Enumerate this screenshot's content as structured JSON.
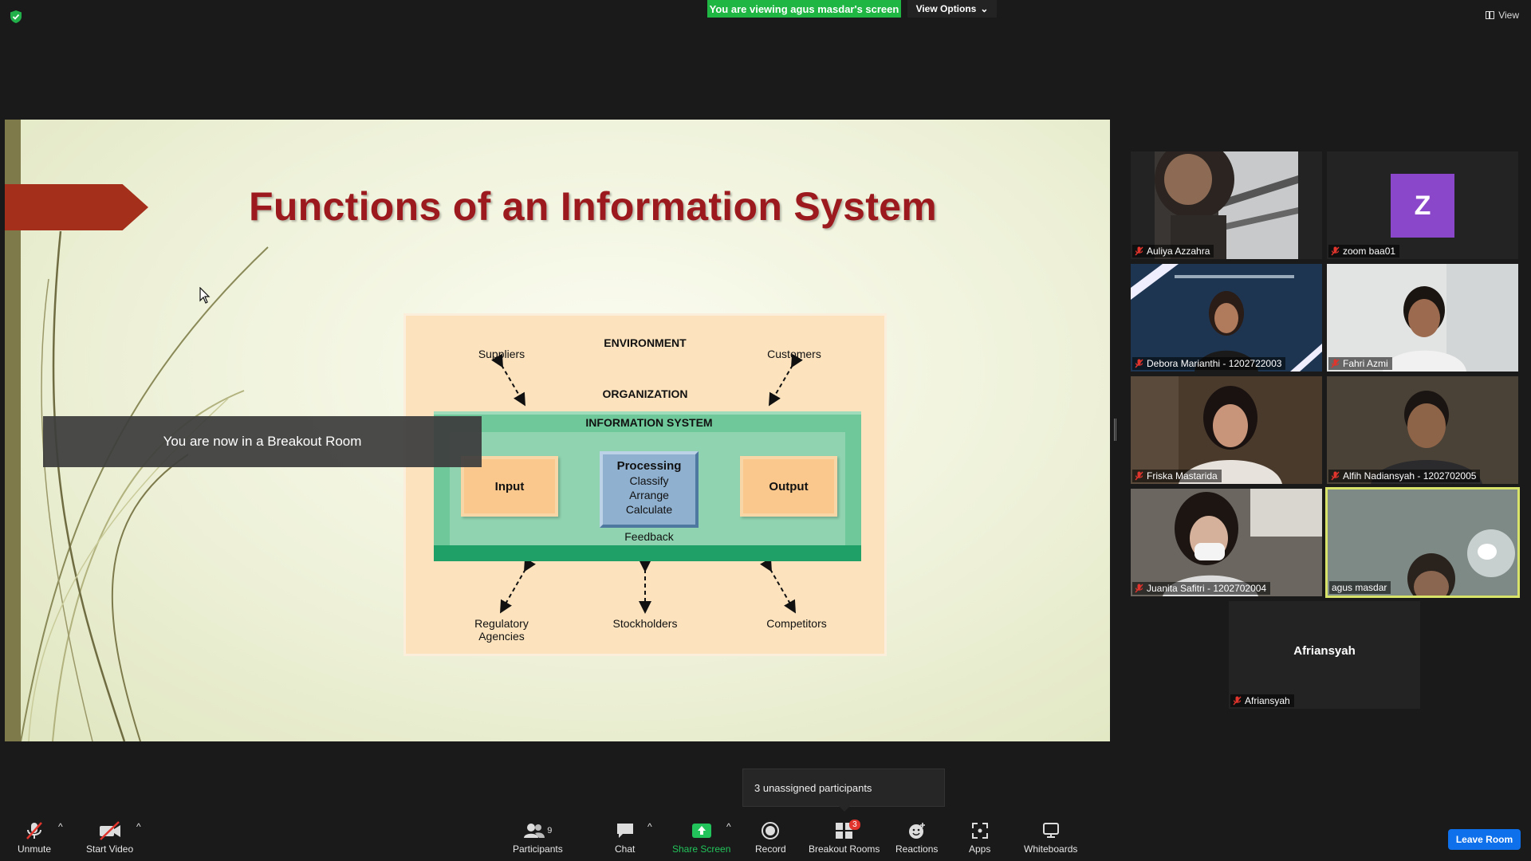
{
  "top": {
    "viewing_banner": "You are viewing agus masdar's screen",
    "view_options": "View Options",
    "view_button": "View"
  },
  "slide": {
    "title": "Functions of an Information System",
    "diagram": {
      "environment": "ENVIRONMENT",
      "organization": "ORGANIZATION",
      "information_system": "INFORMATION SYSTEM",
      "suppliers": "Suppliers",
      "customers": "Customers",
      "regulatory": "Regulatory Agencies",
      "stockholders": "Stockholders",
      "competitors": "Competitors",
      "input": "Input",
      "output": "Output",
      "processing": "Processing",
      "classify": "Classify",
      "arrange": "Arrange",
      "calculate": "Calculate",
      "feedback": "Feedback"
    }
  },
  "toast": "You are now in a Breakout Room",
  "participants": [
    {
      "name": "Auliya Azzahra",
      "muted": true
    },
    {
      "name": "zoom baa01",
      "muted": true,
      "avatar_letter": "Z",
      "avatar_color": "#8a47c9"
    },
    {
      "name": "Debora Marianthi - 1202722003",
      "muted": true
    },
    {
      "name": "Fahri Azmi",
      "muted": true
    },
    {
      "name": "Friska Mastarida",
      "muted": true
    },
    {
      "name": "Alfih Nadiansyah - 1202702005",
      "muted": true
    },
    {
      "name": "Juanita Safitri - 1202702004",
      "muted": true
    },
    {
      "name": "agus masdar",
      "muted": false,
      "active_speaker": true
    },
    {
      "name": "Afriansyah",
      "muted": true,
      "big_name": "Afriansyah"
    }
  ],
  "unassigned_popup": "3 unassigned participants",
  "toolbar": {
    "unmute": "Unmute",
    "start_video": "Start Video",
    "participants": "Participants",
    "participants_count": "9",
    "chat": "Chat",
    "share_screen": "Share Screen",
    "record": "Record",
    "breakout_rooms": "Breakout Rooms",
    "breakout_badge": "3",
    "reactions": "Reactions",
    "apps": "Apps",
    "whiteboards": "Whiteboards",
    "leave_room": "Leave Room"
  },
  "colors": {
    "share_green": "#1fb644",
    "leave_blue": "#0e71eb",
    "title_red": "#9c1a1d",
    "active_speaker_border": "#d8e36a"
  }
}
